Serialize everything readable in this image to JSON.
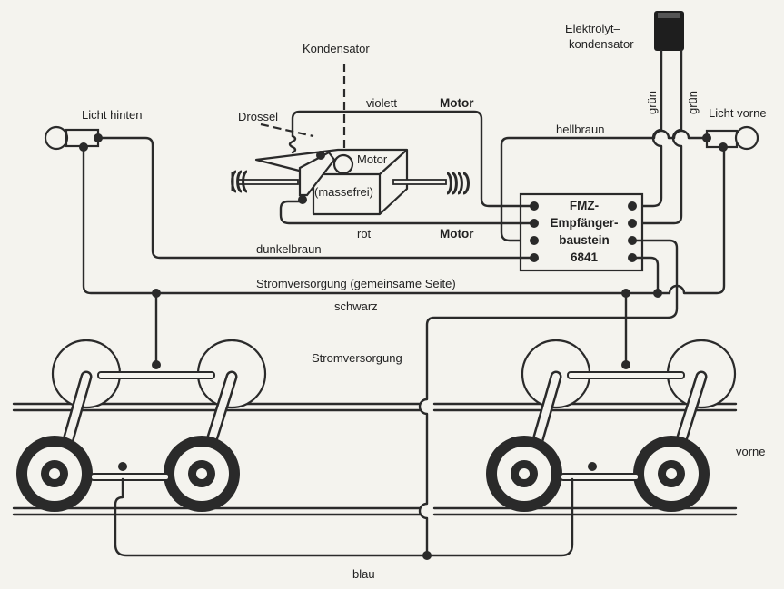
{
  "labels": {
    "elektrolyt_1": "Elektrolyt–",
    "elektrolyt_2": "kondensator",
    "gruen_left": "grün",
    "gruen_right": "grün",
    "kondensator": "Kondensator",
    "violett": "violett",
    "motor_top": "Motor",
    "drossel": "Drossel",
    "licht_hinten": "Licht hinten",
    "licht_vorne": "Licht vorne",
    "hellbraun": "hellbraun",
    "motor_box": "Motor",
    "massefrei": "(massefrei)",
    "rot": "rot",
    "motor_bottom": "Motor",
    "dunkelbraun": "dunkelbraun",
    "stromversorgung_gemeinsam": "Stromversorgung (gemeinsame Seite)",
    "schwarz": "schwarz",
    "stromversorgung": "Stromversorgung",
    "vorne": "vorne",
    "blau": "blau"
  },
  "module": {
    "line1": "FMZ-",
    "line2": "Empfänger-",
    "line3": "baustein",
    "line4": "6841"
  },
  "colors": {
    "ink": "#2a2a2a",
    "paper": "#f4f3ee"
  }
}
